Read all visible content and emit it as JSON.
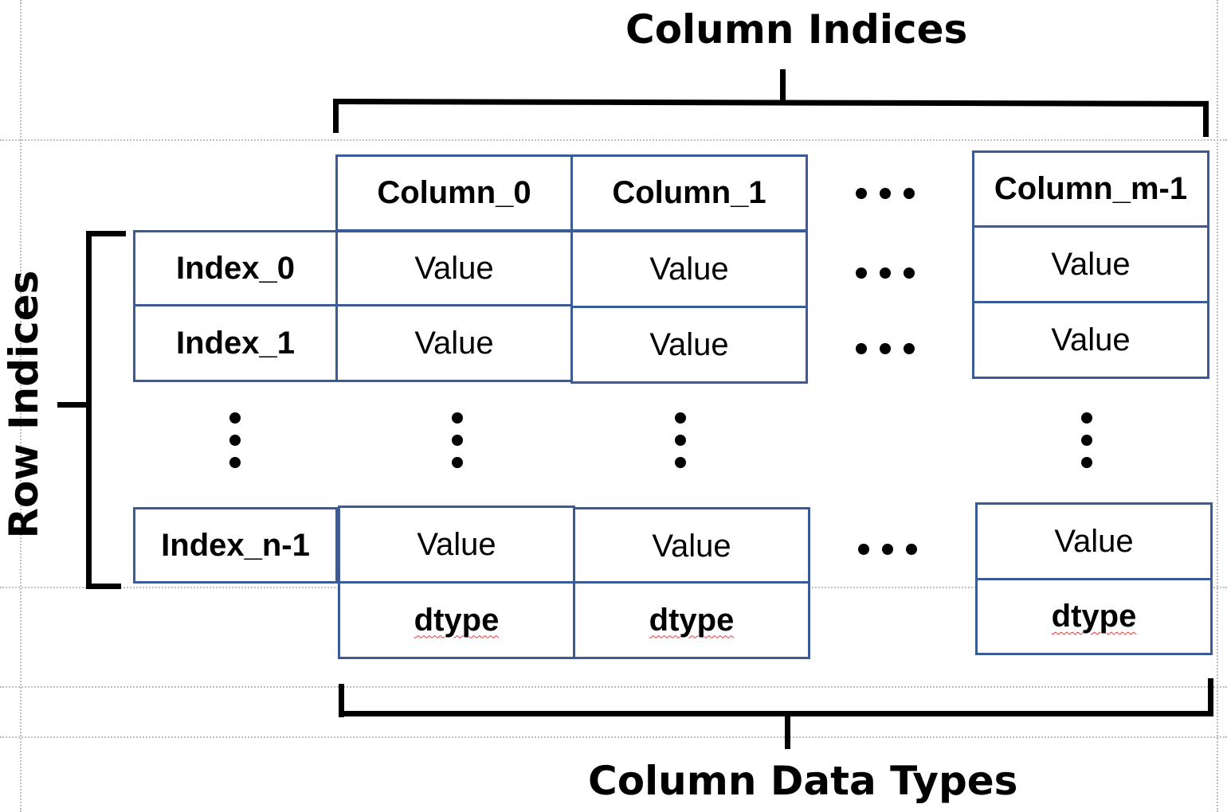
{
  "titles": {
    "column_indices": "Column Indices",
    "row_indices": "Row Indices",
    "column_data_types": "Column Data Types"
  },
  "headers": {
    "col0": "Column_0",
    "col1": "Column_1",
    "colm": "Column_m-1"
  },
  "row_labels": {
    "r0": "Index_0",
    "r1": "Index_1",
    "rn": "Index_n-1"
  },
  "cell_value": "Value",
  "dtype_label": "dtype",
  "colors": {
    "cell_border": "#3a5b95",
    "bracket": "#000000"
  }
}
